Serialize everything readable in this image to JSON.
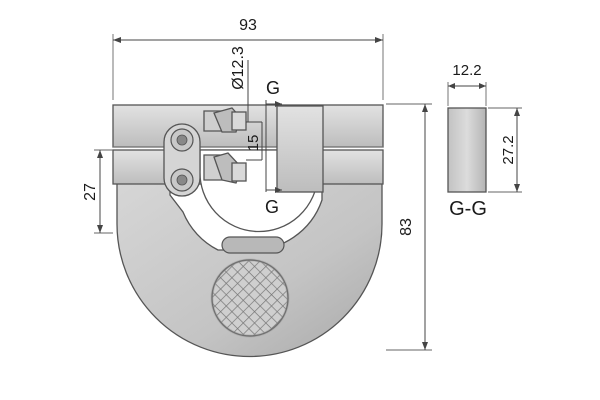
{
  "dimensions": {
    "overall_width": "93",
    "overall_height": "83",
    "jaw_height": "27",
    "anvil_diameter": "Ø12.3",
    "travel": "15",
    "section_width": "12.2",
    "section_height": "27.2"
  },
  "section_labels": {
    "top": "G",
    "bottom": "G",
    "section_view": "G-G"
  },
  "colors": {
    "body_fill": "#c8c8c8",
    "body_dark": "#9e9e9e",
    "outline": "#555555",
    "line": "#333333"
  }
}
